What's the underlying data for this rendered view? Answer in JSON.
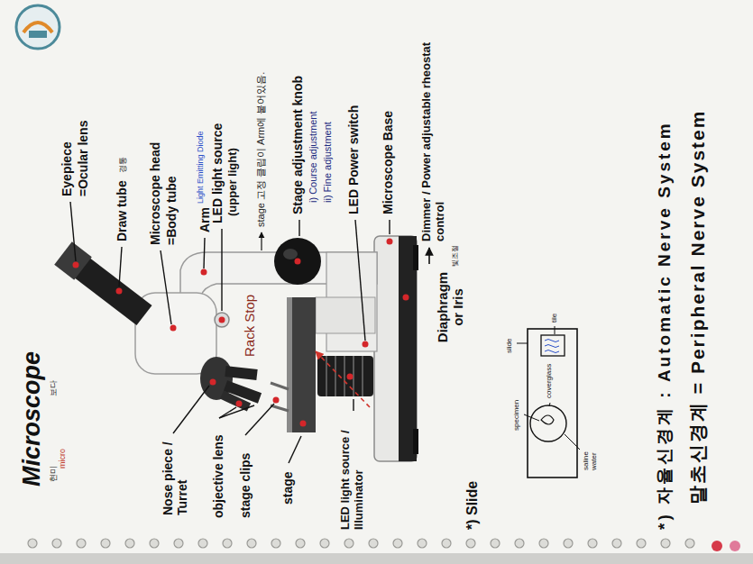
{
  "diagram": {
    "title": "Microscope",
    "labels": [
      "현미",
      "micro",
      "보다",
      "Eyepiece",
      "=Ocular lens",
      "Draw tube",
      "경통",
      "Microscope head",
      "=Body tube",
      "Arm",
      "Light Emitting Diode",
      "LED light source",
      "(upper light)",
      "stage 고정 클립이 Arm에 붙어있음.",
      "Stage adjustment knob",
      "i) Course adjustment",
      "ii) Fine adjustment",
      "LED Power switch",
      "Microscope Base",
      "Dimmer / Power adjustable rheostat control",
      "Diaphragm or Iris",
      "빛조절",
      "Rack Stop",
      "Nose piece / Turret",
      "objective lens",
      "stage clips",
      "stage",
      "LED light source / Illuminator",
      "*) Slide",
      "specimen",
      "coverglass",
      "slide",
      "tile",
      "saline water",
      "*) 자율신경계 : Automatic Nerve System",
      "말초신경계 = Peripheral Nerve System"
    ]
  }
}
